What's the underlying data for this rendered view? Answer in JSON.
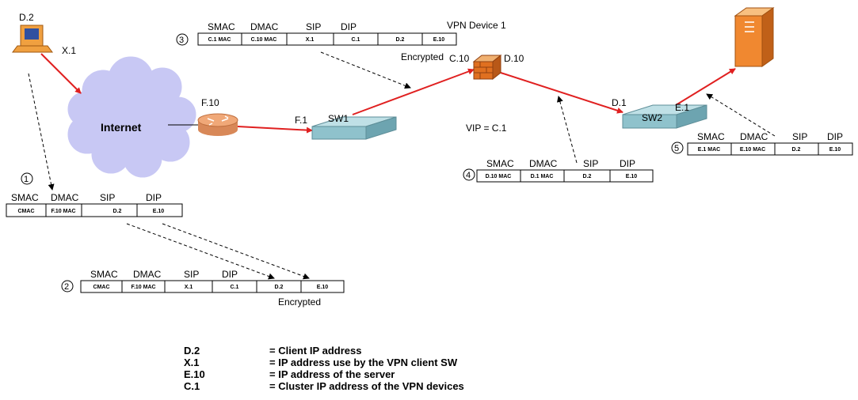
{
  "nodes": {
    "client_label": "D.2",
    "client_ip_label": "X.1",
    "cloud_label": "Internet",
    "router_label": "F.10",
    "sw1_port_label": "F.1",
    "sw1_label": "SW1",
    "vpn_device_label": "VPN Device 1",
    "encrypted_side_label": "Encrypted",
    "vpn_c_label": "C.10",
    "vpn_d_label": "D.10",
    "vip_label": "VIP = C.1",
    "sw2_port_label": "D.1",
    "sw2_label": "SW2",
    "server_port_label": "E.1"
  },
  "headers": {
    "smac": "SMAC",
    "dmac": "DMAC",
    "sip": "SIP",
    "dip": "DIP"
  },
  "packets": [
    {
      "step": "1",
      "cells": [
        "CMAC",
        "F.10 MAC",
        "D.2",
        "E.10"
      ]
    },
    {
      "step": "2",
      "cells": [
        "CMAC",
        "F.10 MAC",
        "X.1",
        "C.1",
        "D.2",
        "E.10"
      ],
      "note": "Encrypted"
    },
    {
      "step": "3",
      "cells": [
        "C.1 MAC",
        "C.10 MAC",
        "X.1",
        "C.1",
        "D.2",
        "E.10"
      ]
    },
    {
      "step": "4",
      "cells": [
        "D.10 MAC",
        "D.1 MAC",
        "D.2",
        "E.10"
      ]
    },
    {
      "step": "5",
      "cells": [
        "E.1 MAC",
        "E.10 MAC",
        "D.2",
        "E.10"
      ]
    }
  ],
  "legend": [
    {
      "term": "D.2",
      "definition": "= Client IP address"
    },
    {
      "term": "X.1",
      "definition": "= IP address use by the VPN client SW"
    },
    {
      "term": "E.10",
      "definition": "= IP address of the server"
    },
    {
      "term": "C.1",
      "definition": "= Cluster IP address of the VPN devices"
    }
  ],
  "colors": {
    "link": "#e02020",
    "cloud": "#c8c8f4",
    "switch": "#8fc2cc",
    "router": "#f0a878",
    "firewall": "#e07020",
    "server": "#f08830",
    "pc": "#f0a040"
  }
}
